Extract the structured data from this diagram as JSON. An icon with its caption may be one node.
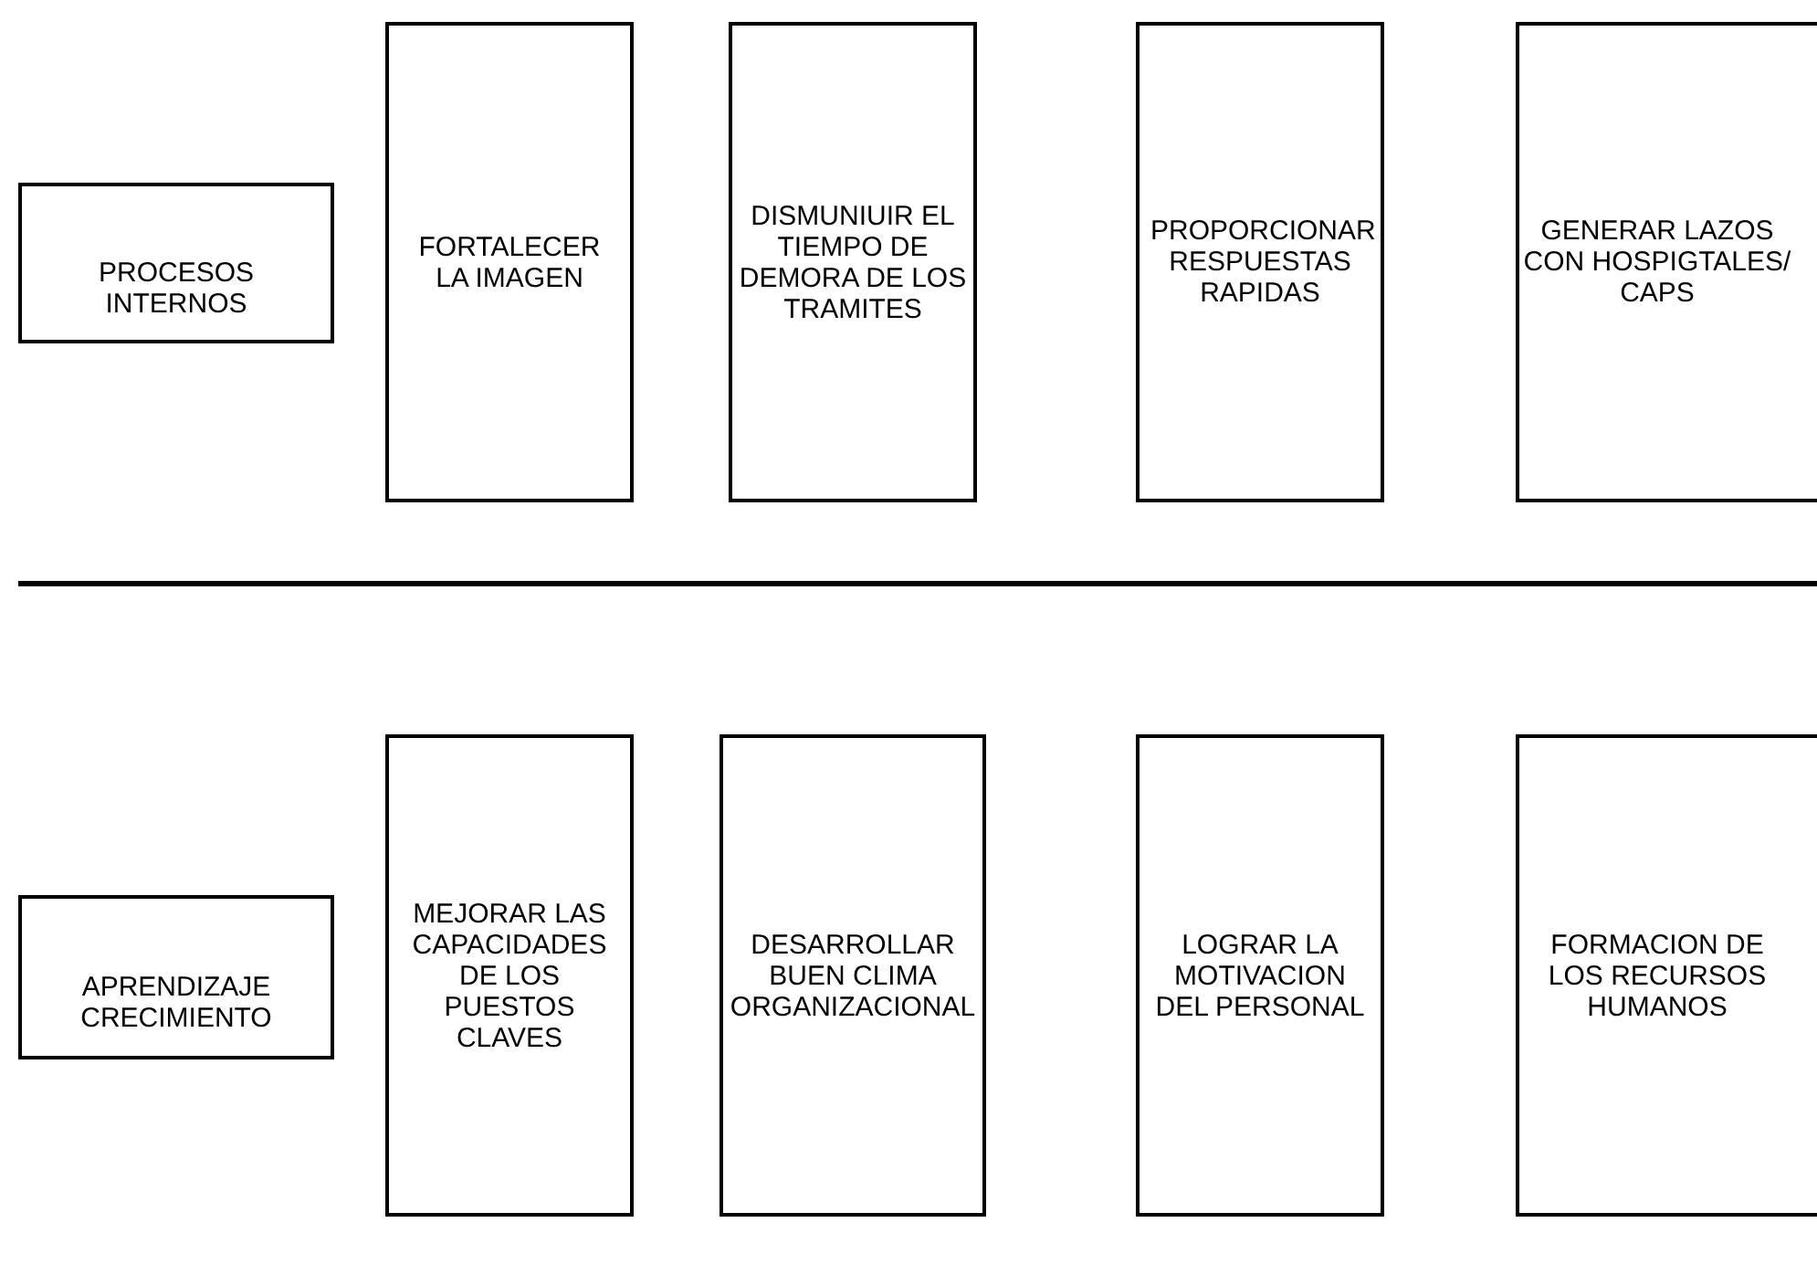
{
  "diagram": {
    "nodes": [
      {
        "text": [
          "PROCESOS INTERNOS"
        ]
      },
      {
        "text": [
          "FORTALECER LA IMAGEN"
        ]
      },
      {
        "text": [
          "DISMUNIUIR EL TIEMPO DE DEMORA DE LOS TRAMITES"
        ]
      },
      {
        "text": [
          "PROPORCIONAR RESPUESTAS RAPIDAS"
        ]
      },
      {
        "text": [
          "GENERAR LAZOS CON HOSPIGTALES/ CAPS"
        ]
      },
      {
        "text": [
          "APRENDIZAJE CRECIMIENTO"
        ]
      },
      {
        "text": [
          "MEJORAR LAS CAPACIDADES DE LOS PUESTOS CLAVES"
        ]
      },
      {
        "text": [
          "DESARROLLAR BUEN CLIMA ORGANIZACIONAL"
        ]
      },
      {
        "text": [
          "LOGRAR LA MOTIVACION DEL PERSONAL"
        ]
      },
      {
        "text": [
          "FORMACION DE LOS RECURSOS HUMANOS"
        ]
      }
    ],
    "edges": []
  }
}
